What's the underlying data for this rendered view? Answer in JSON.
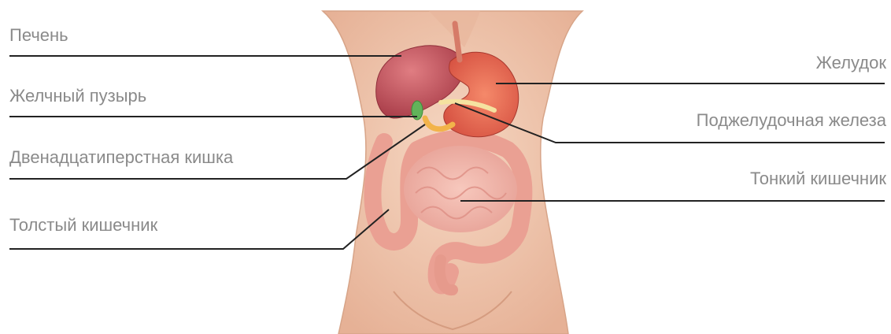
{
  "colors": {
    "label_text": "#8a8a8a",
    "leader_line": "#222222",
    "skin": "#f3ceb6",
    "skin_shadow": "#d9a489",
    "liver": "#c7505a",
    "stomach": "#e6634a",
    "intestine": "#f0b0a4",
    "gallbladder": "#62b35a"
  },
  "labels": {
    "liver": "Печень",
    "gallbladder": "Желчный пузырь",
    "duodenum": "Двенадцатиперстная кишка",
    "large_intestine": "Толстый кишечник",
    "stomach": "Желудок",
    "pancreas": "Поджелудочная железа",
    "small_intestine": "Тонкий кишечник"
  },
  "figure": {
    "subject": "torso-digestive-organs"
  }
}
